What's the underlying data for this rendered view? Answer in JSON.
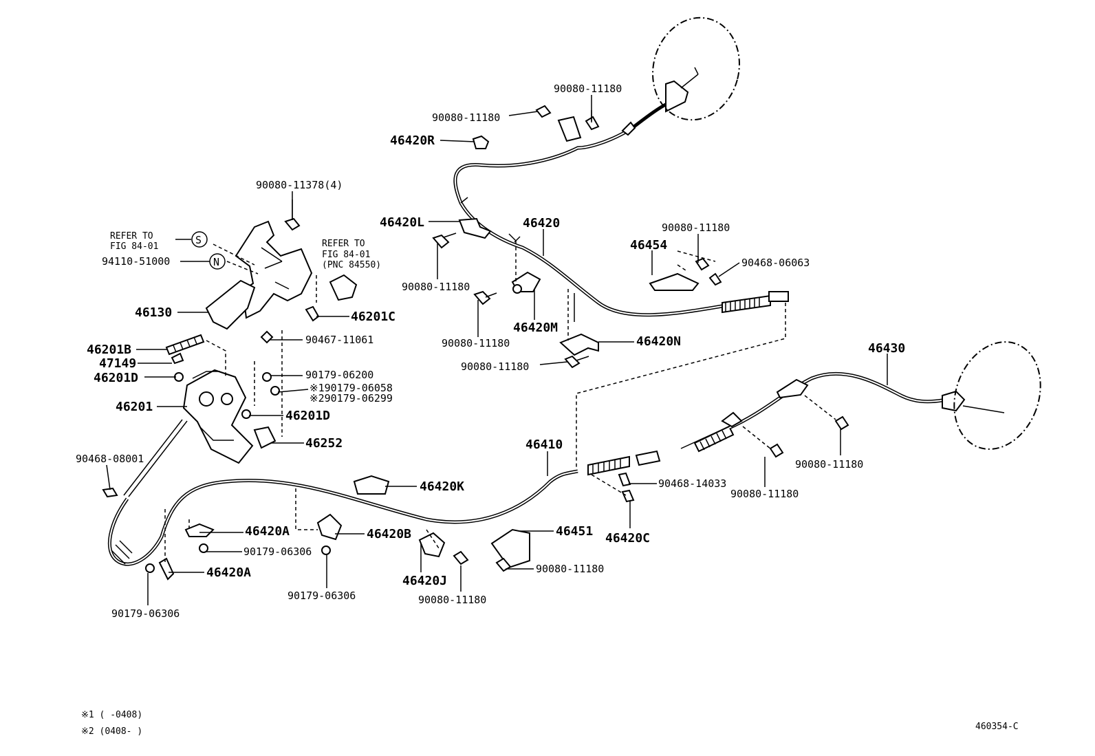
{
  "diagram_id": "460354-C",
  "notes": [
    "※1 (      -0408)",
    "※2 (0408-      )"
  ],
  "labels": {
    "p_90080_11180_a": "90080-11180",
    "p_90080_11180_b": "90080-11180",
    "p_46420R": "46420R",
    "p_90080_11378": "90080-11378(4)",
    "refer_to_1": "REFER TO",
    "fig_84_01_1": "FIG 84-01",
    "p_94110": "94110-51000",
    "refer_to_2": "REFER TO",
    "fig_84_01_2": "FIG 84-01",
    "pnc": "(PNC 84550)",
    "p_46420L": "46420L",
    "p_46420": "46420",
    "p_90080_11180_c": "90080-11180",
    "p_46454": "46454",
    "p_90468_06063": "90468-06063",
    "p_90080_11180_d": "90080-11180",
    "p_46130": "46130",
    "p_46201C": "46201C",
    "p_90080_11180_e": "90080-11180",
    "p_46420M": "46420M",
    "p_90467": "90467-11061",
    "p_46420N": "46420N",
    "p_46201B": "46201B",
    "p_47149": "47149",
    "p_90179_06200": "90179-06200",
    "p_90080_11180_f": "90080-11180",
    "p_46430": "46430",
    "p_46201D_a": "46201D",
    "p_note1": "※190179-06058",
    "p_note2": "※290179-06299",
    "p_46201": "46201",
    "p_46201D_b": "46201D",
    "p_46252": "46252",
    "p_46410": "46410",
    "p_90080_11180_g": "90080-11180",
    "p_90468_08001": "90468-08001",
    "p_46420K": "46420K",
    "p_90468_14033": "90468-14033",
    "p_90080_11180_h": "90080-11180",
    "p_46420A_a": "46420A",
    "p_46420B": "46420B",
    "p_46451": "46451",
    "p_46420C": "46420C",
    "p_90179_06306_a": "90179-06306",
    "p_46420A_b": "46420A",
    "p_46420J": "46420J",
    "p_90080_11180_i": "90080-11180",
    "p_90179_06306_b": "90179-06306",
    "p_90080_11180_j": "90080-11180",
    "p_90179_06306_c": "90179-06306",
    "circle_S": "S",
    "circle_N": "N"
  }
}
